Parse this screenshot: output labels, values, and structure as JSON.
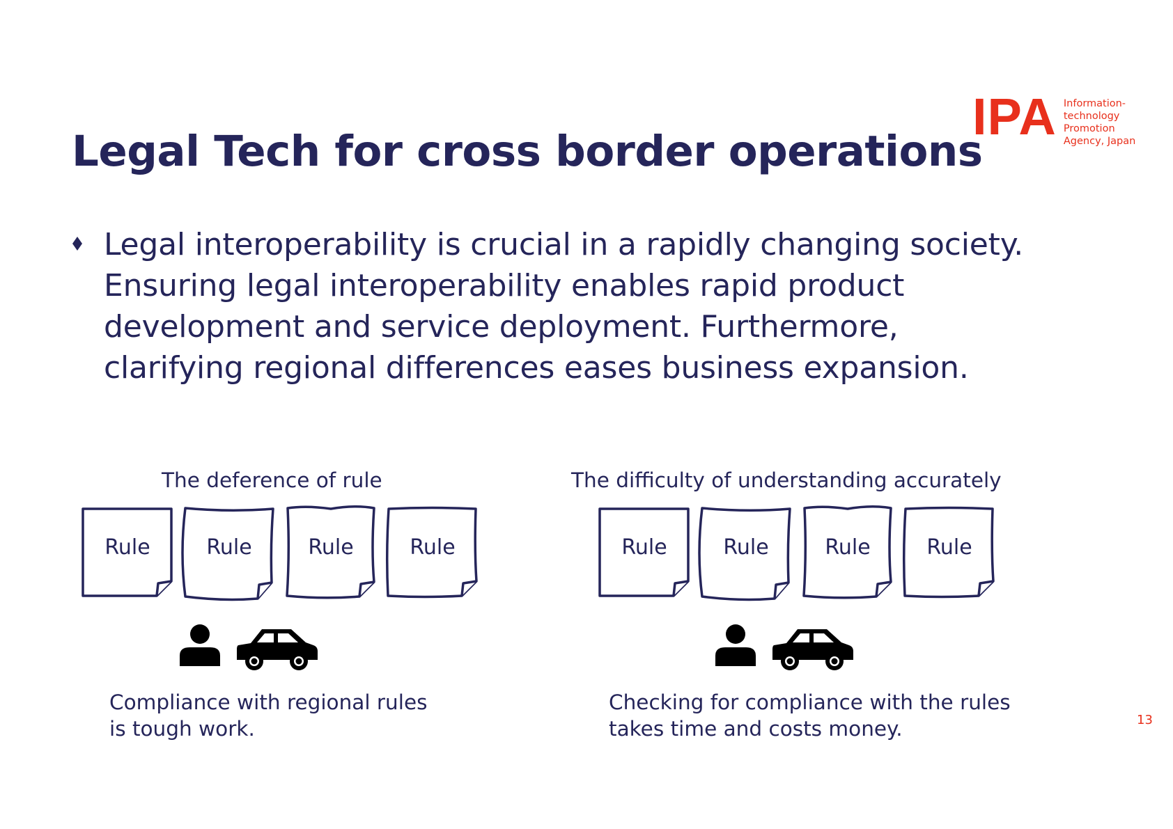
{
  "logo": {
    "mark": "IPA",
    "lines": [
      "Information-technology",
      "Promotion",
      "Agency, Japan"
    ],
    "color": "#e8301c"
  },
  "title": "Legal Tech for cross border operations",
  "bullet": {
    "lines": [
      "Legal interoperability is crucial in a rapidly changing society.",
      "Ensuring legal interoperability enables rapid product",
      "development and service deployment. Furthermore,",
      "clarifying regional differences eases business expansion."
    ]
  },
  "left_panel": {
    "heading": "The deference of rule",
    "rules": [
      "Rule",
      "Rule",
      "Rule",
      "Rule"
    ],
    "icons": [
      "person-icon",
      "car-icon"
    ],
    "caption": [
      "Compliance with regional rules",
      "is tough work."
    ]
  },
  "right_panel": {
    "heading": "The difficulty of understanding accurately",
    "rules": [
      "Rule",
      "Rule",
      "Rule",
      "Rule"
    ],
    "icons": [
      "person-icon",
      "car-icon"
    ],
    "caption": [
      "Checking for compliance with the rules",
      "takes time and costs money."
    ]
  },
  "page_number": "13",
  "colors": {
    "text": "#25255a",
    "accent": "#e8301c",
    "icon": "#000000"
  }
}
